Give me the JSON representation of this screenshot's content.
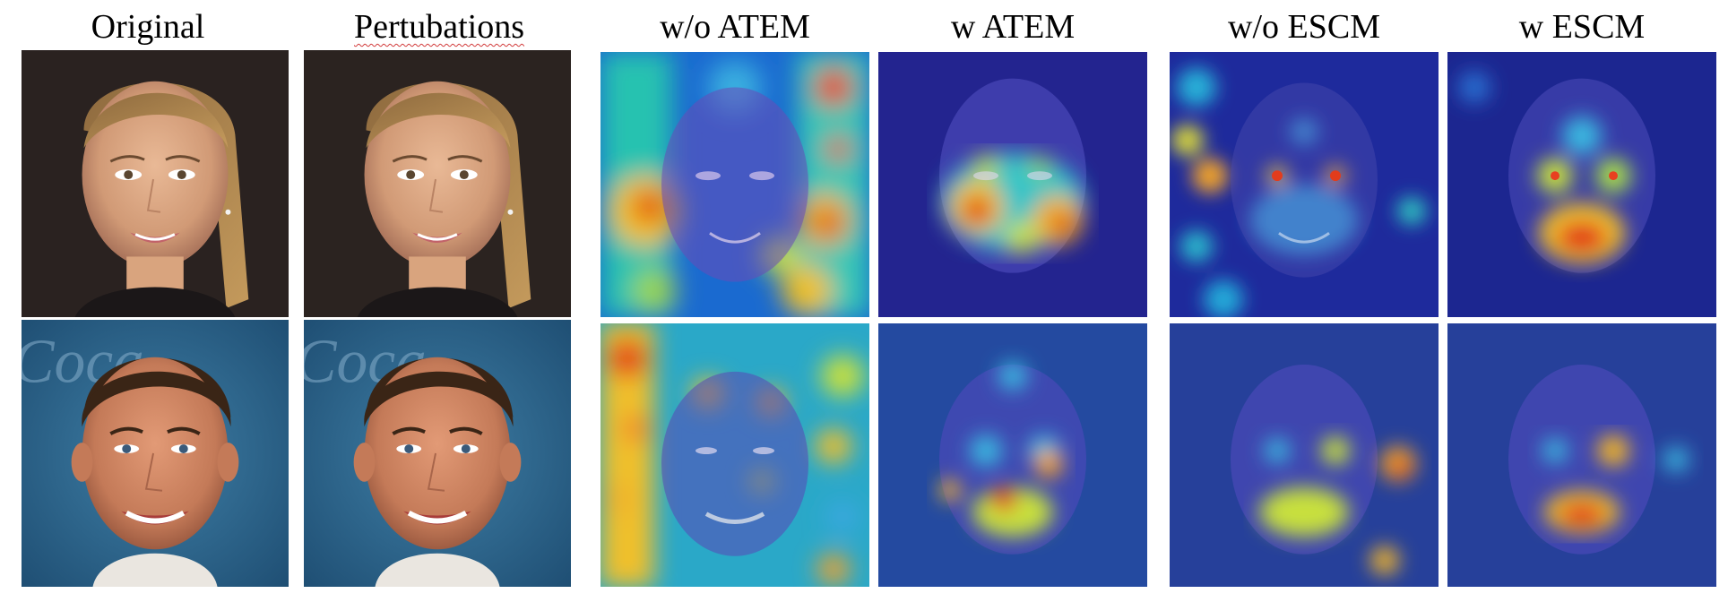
{
  "figure": {
    "columns": [
      {
        "key": "original",
        "title": "Original"
      },
      {
        "key": "perturbations",
        "title": "Pertubations"
      },
      {
        "key": "wo_atem",
        "title": "w/o ATEM"
      },
      {
        "key": "w_atem",
        "title": "w ATEM"
      },
      {
        "key": "wo_escm",
        "title": "w/o ESCM"
      },
      {
        "key": "w_escm",
        "title": "w ESCM"
      }
    ],
    "rows": [
      {
        "subject": "woman-face",
        "background_text": ""
      },
      {
        "subject": "man-face",
        "background_text": "Coca-Cola"
      }
    ]
  }
}
